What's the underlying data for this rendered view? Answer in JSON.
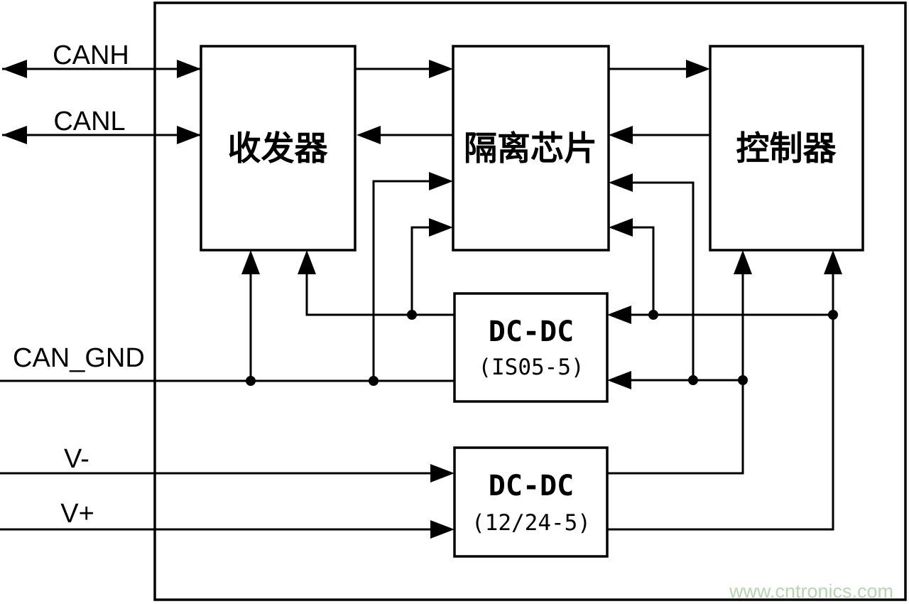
{
  "signals": {
    "canh": "CANH",
    "canl": "CANL",
    "can_gnd": "CAN_GND",
    "v_minus": "V-",
    "v_plus": "V+"
  },
  "blocks": {
    "transceiver": {
      "label": "收发器"
    },
    "isolation": {
      "label": "隔离芯片"
    },
    "controller": {
      "label": "控制器"
    },
    "dcdc_isolated": {
      "line1": "DC-DC",
      "line2": "(IS05-5)"
    },
    "dcdc_power": {
      "line1": "DC-DC",
      "line2": "(12/24-5)"
    }
  },
  "watermark": {
    "text": "www.cntronics.com",
    "color": "#b7d5ae"
  },
  "colors": {
    "line": "#000000",
    "background": "#ffffff"
  }
}
